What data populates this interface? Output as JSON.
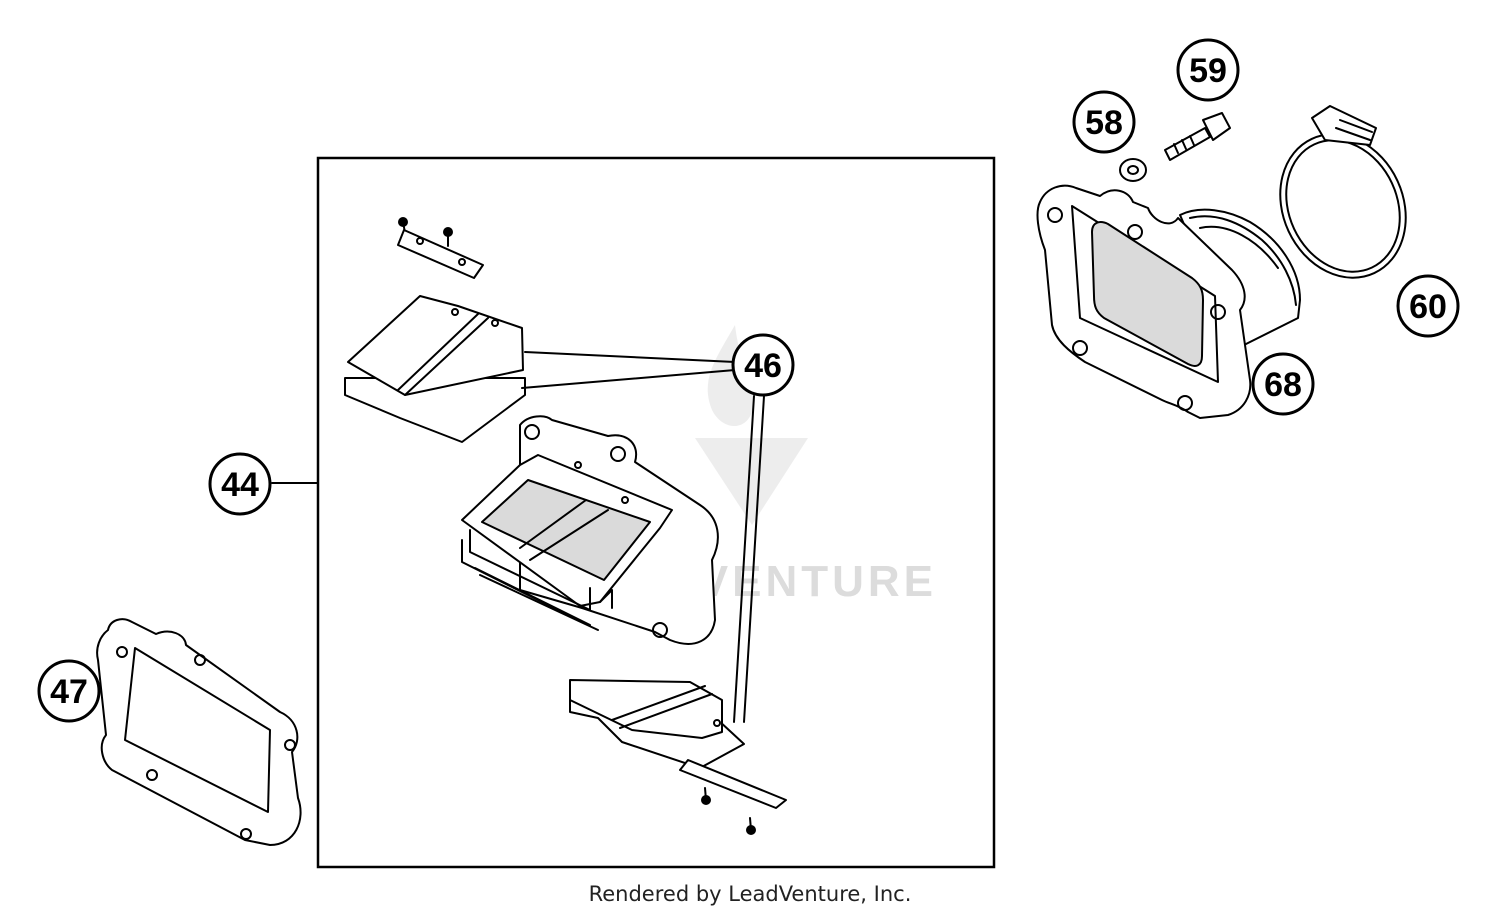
{
  "callouts": {
    "c44": "44",
    "c46": "46",
    "c47": "47",
    "c58": "58",
    "c59": "59",
    "c60": "60",
    "c68": "68"
  },
  "watermark": "LEADVENTURE",
  "footer": "Rendered by LeadVenture, Inc."
}
